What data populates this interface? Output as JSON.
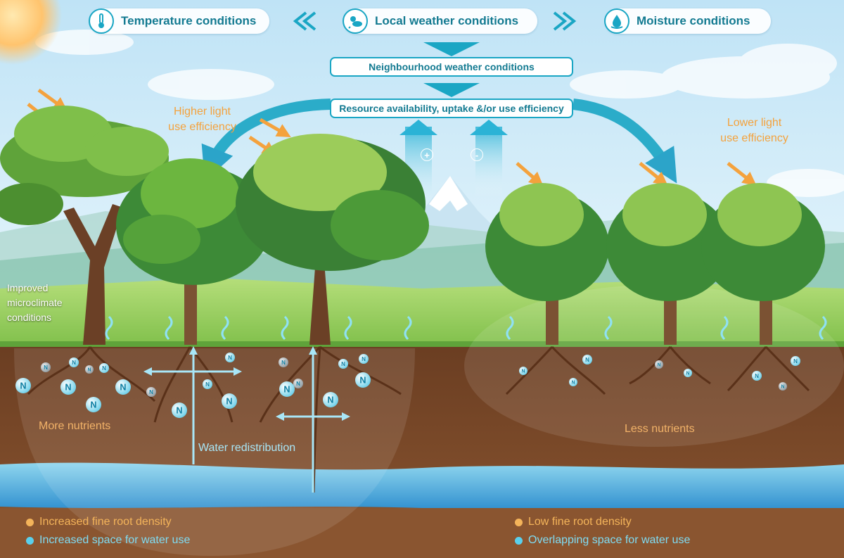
{
  "header": {
    "temperature": {
      "label": "Temperature conditions",
      "icon": "thermometer-icon"
    },
    "local": {
      "label": "Local weather conditions",
      "icon": "weather-icon"
    },
    "moisture": {
      "label": "Moisture conditions",
      "icon": "water-drop-icon"
    }
  },
  "flow": {
    "neighbourhood": "Neighbourhood weather conditions",
    "resource": "Resource availability, uptake &/or use efficiency",
    "plus": "+",
    "minus": "-"
  },
  "labels": {
    "higher_light_1": "Higher light",
    "higher_light_2": "use efficiency",
    "lower_light_1": "Lower light",
    "lower_light_2": "use efficiency",
    "microclimate_1": "Improved",
    "microclimate_2": "microclimate",
    "microclimate_3": "conditions",
    "more_nutrients": "More nutrients",
    "less_nutrients": "Less nutrients",
    "water_redistribution": "Water redistribution",
    "nutrient_symbol": "N"
  },
  "legend_left": [
    {
      "text": "Increased fine root density",
      "color": "#f4b45a"
    },
    {
      "text": "Increased space for water use",
      "color": "#5ad0ec"
    }
  ],
  "legend_right": [
    {
      "text": "Low fine root density",
      "color": "#f4b45a"
    },
    {
      "text": "Overlapping space for water use",
      "color": "#5ad0ec"
    }
  ],
  "colors": {
    "accent": "#1aa6c4",
    "label_orange": "#f4a23d",
    "soil": "#7a4a2a",
    "groundwater": "#5ab8e0"
  }
}
